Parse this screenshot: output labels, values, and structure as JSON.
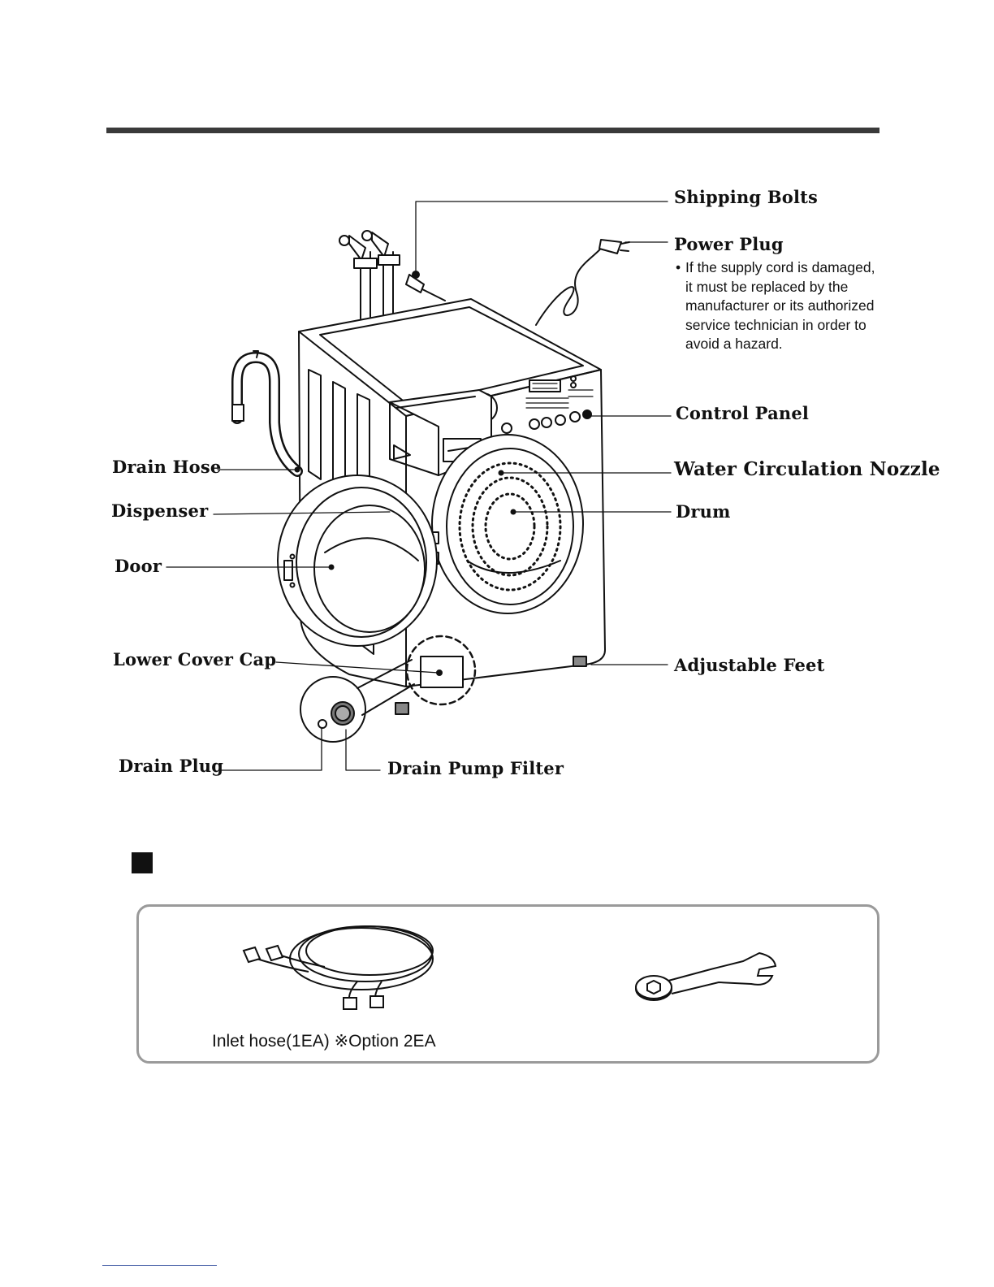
{
  "labels": {
    "shipping_bolts": "Shipping Bolts",
    "power_plug": "Power Plug",
    "control_panel": "Control Panel",
    "water_circulation_nozzle": "Water Circulation Nozzle",
    "drum": "Drum",
    "drain_hose": "Drain Hose",
    "dispenser": "Dispenser",
    "door": "Door",
    "lower_cover_cap": "Lower Cover Cap",
    "adjustable_feet": "Adjustable Feet",
    "drain_plug": "Drain Plug",
    "drain_pump_filter": "Drain Pump Filter"
  },
  "power_plug_note": {
    "bullet": "•",
    "lines": [
      "If the supply cord is damaged,",
      "it must be replaced by the",
      "manufacturer or its authorized",
      "service technician in order to",
      "avoid a hazard."
    ]
  },
  "accessories": {
    "inlet_hose_label": "Inlet hose(1EA)  ※Option 2EA"
  },
  "icons": [
    "washing-machine-illustration",
    "inlet-hose-icon",
    "spanner-icon"
  ]
}
